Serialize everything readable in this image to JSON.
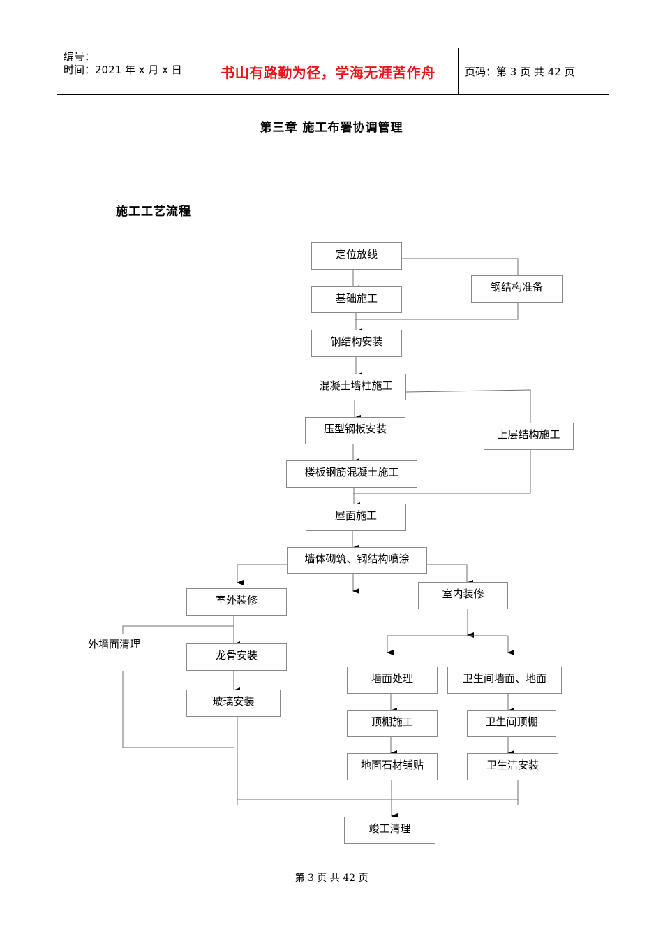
{
  "header": {
    "number_label": "编号：",
    "time_label": "时间：2021 年 x 月 x 日",
    "motto": "书山有路勤为径，学海无涯苦作舟",
    "page_info": "页码：第 3 页  共 42 页"
  },
  "chapter_title": "第三章   施工布署协调管理",
  "section_title": "施工工艺流程",
  "flowchart": {
    "steps": {
      "positioning": "定位放线",
      "steel_prep": "钢结构准备",
      "foundation": "基础施工",
      "steel_install": "钢结构安装",
      "concrete_wall": "混凝土墙柱施工",
      "deck_install": "压型钢板安装",
      "upper_structure": "上层结构施工",
      "floor_slab": "楼板钢筋混凝土施工",
      "roof": "屋面施工",
      "wall_masonry": "墙体砌筑、钢结构喷涂",
      "exterior_finish": "室外装修",
      "interior_finish": "室内装修",
      "facade_clean": "外墙面清理",
      "keel_install": "龙骨安装",
      "glass_install": "玻璃安装",
      "wall_treatment": "墙面处理",
      "bathroom_wall_floor": "卫生间墙面、地面",
      "ceiling": "顶棚施工",
      "bathroom_ceiling": "卫生间顶棚",
      "stone_floor": "地面石材铺贴",
      "sanitary_install": "卫生洁安装",
      "completion_clean": "竣工清理"
    },
    "line_color": "#6f6f6f"
  },
  "footer": {
    "page_text": "第  3  页  共  42  页"
  }
}
